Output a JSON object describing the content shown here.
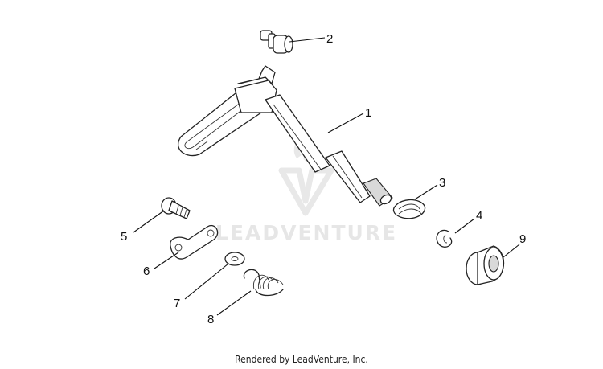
{
  "callouts": [
    {
      "id": "1",
      "label": "1"
    },
    {
      "id": "2",
      "label": "2"
    },
    {
      "id": "3",
      "label": "3"
    },
    {
      "id": "4",
      "label": "4"
    },
    {
      "id": "5",
      "label": "5"
    },
    {
      "id": "6",
      "label": "6"
    },
    {
      "id": "7",
      "label": "7"
    },
    {
      "id": "8",
      "label": "8"
    },
    {
      "id": "9",
      "label": "9"
    }
  ],
  "watermark": {
    "text": "LEADVENTURE"
  },
  "footer": {
    "text": "Rendered by LeadVenture, Inc."
  }
}
